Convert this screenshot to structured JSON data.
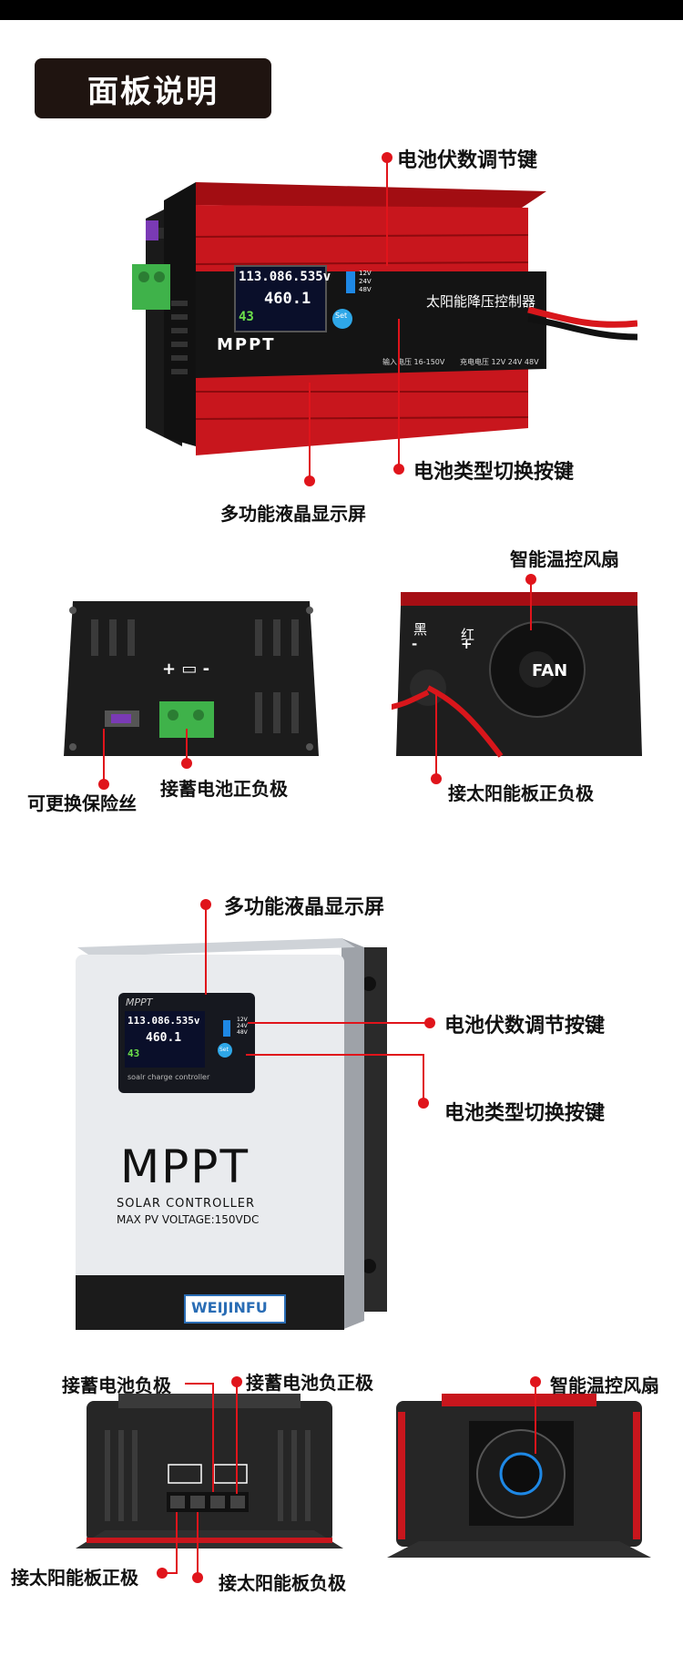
{
  "header": {
    "title": "面板说明"
  },
  "section1": {
    "labels": {
      "voltage_key": "电池伏数调节键",
      "battery_type_key": "电池类型切换按键",
      "lcd": "多功能液晶显示屏"
    },
    "device": {
      "brand_text": "MPPT",
      "name_plate": "太阳能降压控制器",
      "lcd_line1": "113.086.535",
      "lcd_unit1": "v",
      "lcd_line2": "460.1",
      "lcd_temp": "43",
      "set_button": "Set",
      "voltage_options": [
        "12V",
        "24V",
        "48V"
      ],
      "spec_input": "输入电压  16-150V",
      "spec_charge": "充电电压  12V  24V  48V"
    }
  },
  "section2": {
    "labels": {
      "fuse": "可更换保险丝",
      "battery_terminals": "接蓄电池正负极",
      "fan": "智能温控风扇",
      "solar_terminals": "接太阳能板正负极"
    },
    "device": {
      "plus_minus": "+ ▭ -",
      "black": "黑",
      "red": "红",
      "minus": "-",
      "plus": "+",
      "fan_text": "FAN"
    }
  },
  "section3": {
    "labels": {
      "lcd": "多功能液晶显示屏",
      "voltage_key": "电池伏数调节按键",
      "battery_type_key": "电池类型切换按键"
    },
    "device": {
      "logo_small": "MPPT",
      "lcd_line1": "113.086.535",
      "lcd_unit1": "v",
      "lcd_line2": "460.1",
      "lcd_temp": "43",
      "lcd_footer": "soalr charge controller",
      "set_button": "Set",
      "voltage_options": [
        "12V",
        "24V",
        "48V"
      ],
      "big_brand": "MPPT",
      "line_solar": "SOLAR CONTROLLER",
      "line_pv": "MAX PV VOLTAGE:150VDC",
      "maker": "WEIJINFU"
    }
  },
  "section4": {
    "labels": {
      "battery_negative": "接蓄电池负极",
      "battery_positive": "接蓄电池负正极",
      "fan": "智能温控风扇",
      "solar_positive": "接太阳能板正极",
      "solar_negative": "接太阳能板负极"
    }
  },
  "colors": {
    "accent_red": "#e0141b",
    "device_red": "#c8161d",
    "device_black": "#1b1b1b"
  }
}
